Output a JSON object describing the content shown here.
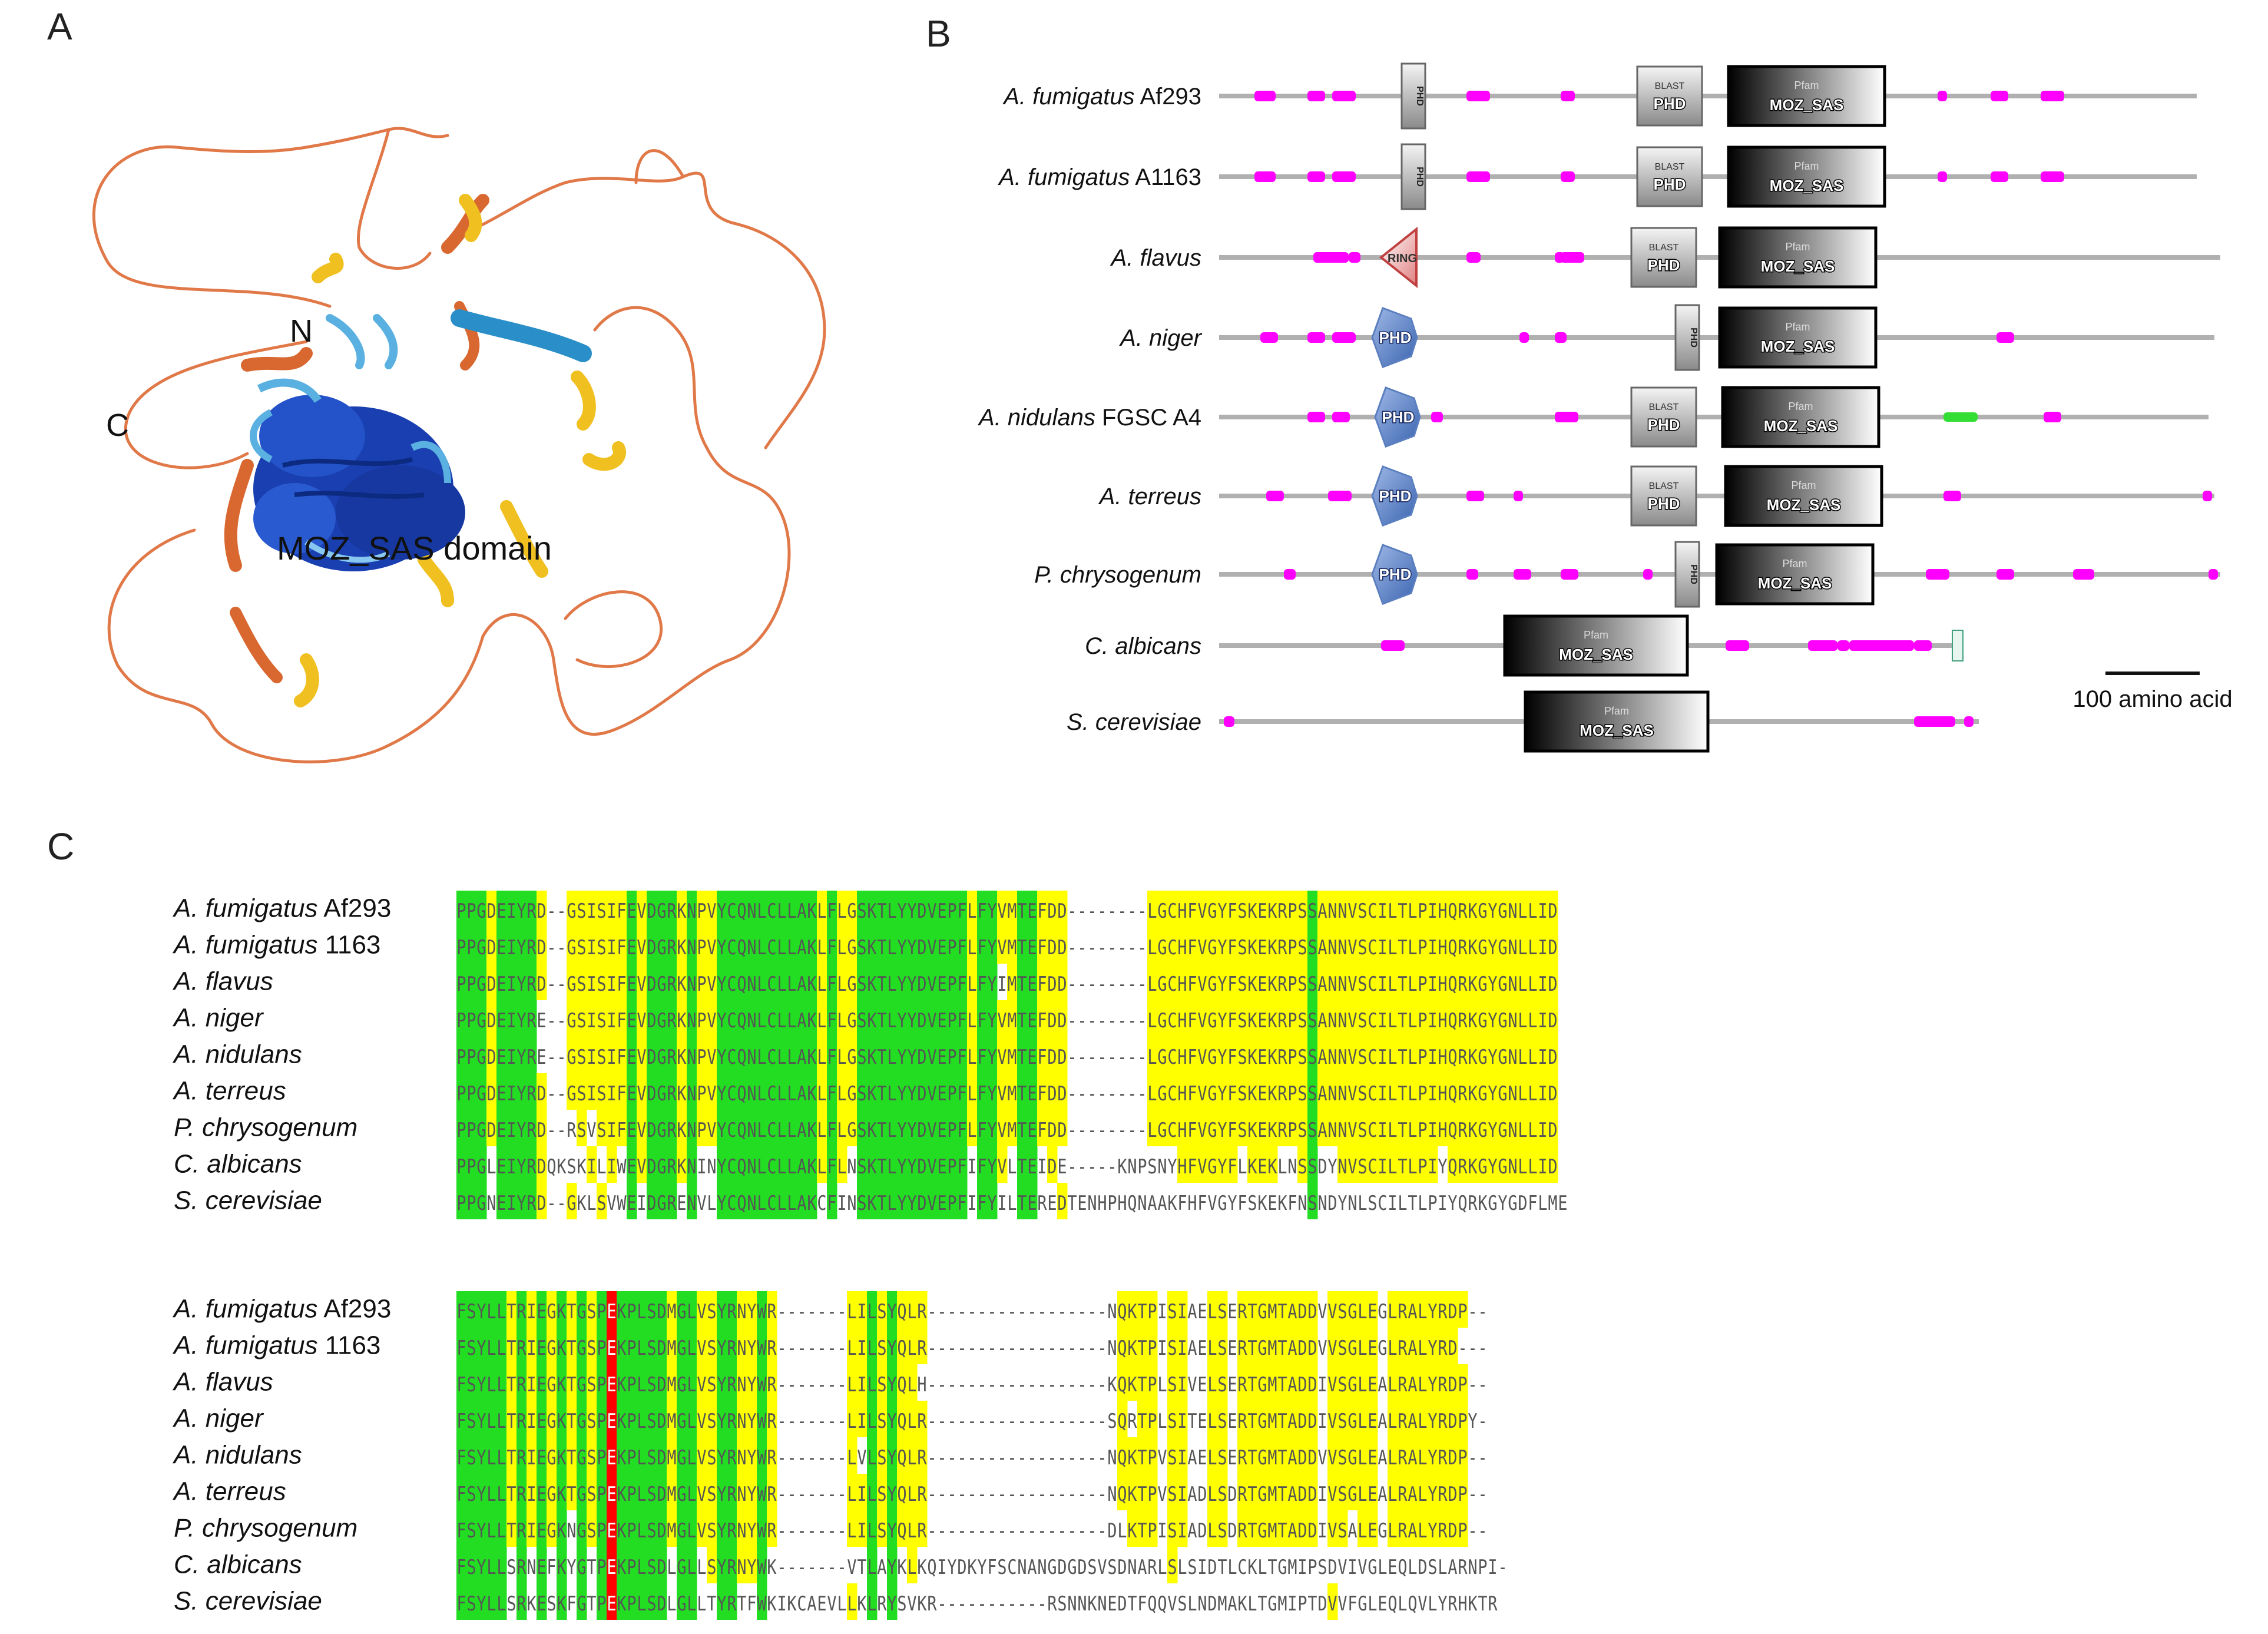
{
  "figure": {
    "panels": {
      "a": "A",
      "b": "B",
      "c": "C"
    }
  },
  "panel_a": {
    "terminus_n": "N",
    "terminus_c": "C",
    "domain_label": "MOZ_SAS domain",
    "colors": {
      "loop": "#e07040",
      "helix_yellow": "#f0c020",
      "core": "#1a3fb0",
      "light": "#5ab0e0"
    }
  },
  "panel_b": {
    "scale_label": "100 amino acid",
    "domain_labels": {
      "phd": "PHD",
      "ring": "RING",
      "moz": "MOZ_SAS",
      "pfam": "Pfam",
      "blast": "BLAST"
    },
    "colors": {
      "motif": "#ff00ff",
      "backbone": "#b0b0b0",
      "phd_blue": "#5b7fc0",
      "ring_red": "#c04040",
      "green_motif": "#33dd33"
    },
    "rows": [
      {
        "italic": "A. fumigatus",
        "plain": "Af293"
      },
      {
        "italic": "A. fumigatus",
        "plain": "A1163"
      },
      {
        "italic": "A. flavus",
        "plain": ""
      },
      {
        "italic": "A. niger",
        "plain": ""
      },
      {
        "italic": "A. nidulans",
        "plain": "FGSC A4"
      },
      {
        "italic": "A. terreus",
        "plain": ""
      },
      {
        "italic": "P. chrysogenum",
        "plain": ""
      },
      {
        "italic": "C. albicans",
        "plain": ""
      },
      {
        "italic": "S. cerevisiae",
        "plain": ""
      }
    ]
  },
  "panel_c": {
    "colors": {
      "yellow": "#ffff00",
      "green": "#22dd22",
      "red": "#ff0000"
    },
    "species": [
      {
        "italic": "A. fumigatus",
        "plain": "Af293"
      },
      {
        "italic": "A. fumigatus",
        "plain": "1163"
      },
      {
        "italic": "A. flavus",
        "plain": ""
      },
      {
        "italic": "A. niger",
        "plain": ""
      },
      {
        "italic": "A. nidulans",
        "plain": ""
      },
      {
        "italic": "A. terreus",
        "plain": ""
      },
      {
        "italic": "P. chrysogenum",
        "plain": ""
      },
      {
        "italic": "C. albicans",
        "plain": ""
      },
      {
        "italic": "S. cerevisiae",
        "plain": ""
      }
    ],
    "block1": [
      "PPGDEIYRD--GSISIFEVDGRKNPVYCQNLCLLAKLFLGSKTLYYDVEPFLFYVMTEFDD--------LGCHFVGYFSKEKRPSSANNVSCILTLPIHQRKGYGNLLID",
      "PPGDEIYRD--GSISIFEVDGRKNPVYCQNLCLLAKLFLGSKTLYYDVEPFLFYVMTEFDD--------LGCHFVGYFSKEKRPSSANNVSCILTLPIHQRKGYGNLLID",
      "PPGDEIYRD--GSISIFEVDGRKNPVYCQNLCLLAKLFLGSKTLYYDVEPFLFYIMTEFDD--------LGCHFVGYFSKEKRPSSANNVSCILTLPIHQRKGYGNLLID",
      "PPGDEIYRE--GSISIFEVDGRKNPVYCQNLCLLAKLFLGSKTLYYDVEPFLFYVMTEFDD--------LGCHFVGYFSKEKRPSSANNVSCILTLPIHQRKGYGNLLID",
      "PPGDEIYRE--GSISIFEVDGRKNPVYCQNLCLLAKLFLGSKTLYYDVEPFLFYVMTEFDD--------LGCHFVGYFSKEKRPSSANNVSCILTLPIHQRKGYGNLLID",
      "PPGDEIYRD--GSISIFEVDGRKNPVYCQNLCLLAKLFLGSKTLYYDVEPFLFYVMTEFDD--------LGCHFVGYFSKEKRPSSANNVSCILTLPIHQRKGYGNLLID",
      "PPGDEIYRD--RSVSIFEVDGRKNPVYCQNLCLLAKLFLGSKTLYYDVEPFLFYVMTEFDD--------LGCHFVGYFSKEKRPSSANNVSCILTLPIHQRKGYGNLLID",
      "PPGLEIYRDQKSKILIWEVDGRKNINYCQNLCLLAKLFLNSKTLYYDVEPFIFYVLTEIDE-----KNPSNYHFVGYFLKEKLNSSDYNVSCILTLPIYQRKGYGNLLID",
      "PPGNEIYRD--GKLSVWEIDGRENVLYCQNLCLLAKCFINSKTLYYDVEPFIFYILTEREDTENHPHQNAAKFHFVGYFSKEKFNSNDYNLSCILTLPIYQRKGYGDFLME"
    ],
    "block2": [
      "FSYLLTRIEGKTGSPEKPLSDMGLVSYRNYWR-------LILSYQLR------------------NQKTPISIAELSERTGMTADDVVSGLEGLRALYRDP--",
      "FSYLLTRIEGKTGSPEKPLSDMGLVSYRNYWR-------LILSYQLR------------------NQKTPISIAELSERTGMTADDVVSGLEGLRALYRD---",
      "FSYLLTRIEGKTGSPEKPLSDMGLVSYRNYWR-------LILSYQLH------------------KQKTPLSIVELSERTGMTADDIVSGLEALRALYRDP--",
      "FSYLLTRIEGKTGSPEKPLSDMGLVSYRNYWR-------LILSYQLR------------------SQRTPLSITELSERTGMTADDIVSGLEALRALYRDPY-",
      "FSYLLTRIEGKTGSPEKPLSDMGLVSYRNYWR-------LVLSYQLR------------------NQKTPVSIAELSERTGMTADDVVSGLEALRALYRDP--",
      "FSYLLTRIEGKTGSPEKPLSDMGLVSYRNYWR-------LILSYQLR------------------NQKTPVSIADLSDRTGMTADDIVSGLEALRALYRDP--",
      "FSYLLTRIEGKNGSPEKPLSDMGLVSYRNYWR-------LILSYQLR------------------DLKTPISIADLSDRTGMTADDIVSALEGLRALYRDP--",
      "FSYLLSRNEFKYGTPEKPLSDLGLLSYRNYWK-------VTLAYKLKQIYDKYFSCNANGDGDSVSDNARLSLSIDTLCKLTGMIPSDVIVGLEQLDSLARNPI-",
      "FSYLLSRKESKFGTPEKPLSDLGLLTYRTFWKIKCAEVLLKLRYSVKR-----------RSNNKNEDTFQQVSLNDMAKLTGMIPTDVVFGLEQLQVLYRHKTR"
    ]
  }
}
